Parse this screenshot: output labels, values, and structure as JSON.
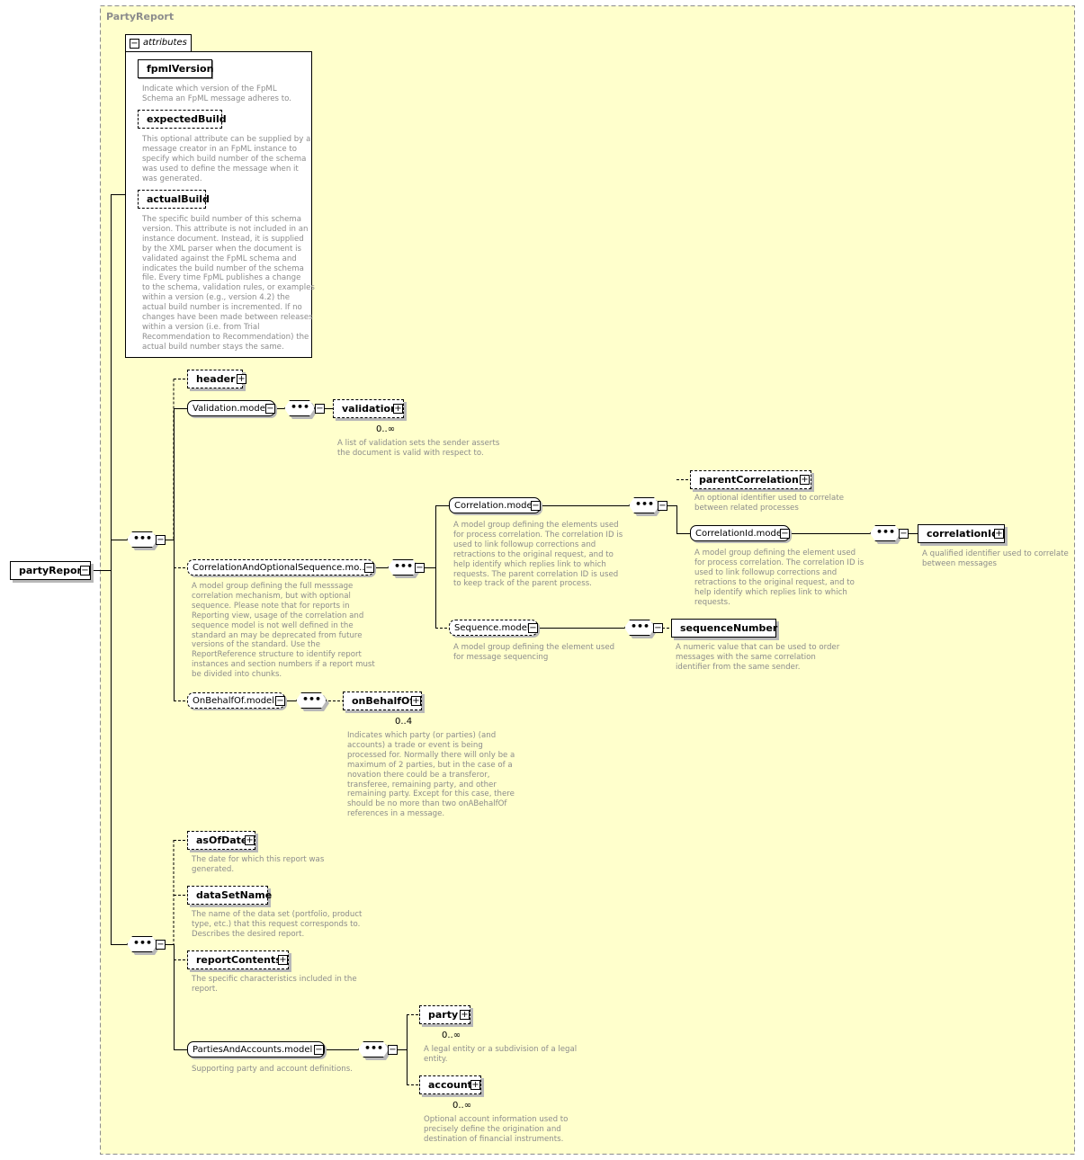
{
  "container": {
    "title": "PartyReport"
  },
  "root": {
    "label": "partyReport"
  },
  "attributes": {
    "title": "attributes",
    "items": [
      {
        "name": "fpmlVersion",
        "desc": [
          "Indicate which version of the FpML",
          "Schema an FpML message adheres to."
        ]
      },
      {
        "name": "expectedBuild",
        "desc": [
          "This optional attribute can be supplied by a",
          "message creator in an FpML instance to",
          "specify which build number of the schema",
          "was used to define the message when it",
          "was generated."
        ]
      },
      {
        "name": "actualBuild",
        "desc": [
          "The specific build number of this schema",
          "version. This attribute is not included in an",
          "instance document. Instead, it is supplied",
          "by the XML parser when the document is",
          "validated against the FpML schema and",
          "indicates the build number of the schema",
          "file. Every time FpML publishes a change",
          "to the schema, validation rules, or examples",
          "within a version (e.g., version 4.2) the",
          "actual build number is incremented. If no",
          "changes have been made between releases",
          "within a version (i.e. from Trial",
          "Recommendation to Recommendation) the",
          "actual build number stays the same."
        ]
      }
    ]
  },
  "nodes": {
    "header": {
      "label": "header"
    },
    "validation_model": {
      "label": "Validation.model"
    },
    "validation": {
      "label": "validation",
      "card": "0..∞",
      "desc": [
        "A list of validation sets the sender asserts",
        "the document is valid with respect to."
      ]
    },
    "corr_opt_seq": {
      "label": "CorrelationAndOptionalSequence.mo...",
      "desc": [
        "A model group defining the full messsage",
        "correlation mechanism, but with optional",
        "sequence. Please note that for reports in",
        "Reporting view, usage of the correlation and",
        "sequence model is not well defined in the",
        "standard an may be deprecated from future",
        "versions of the standard. Use the",
        "ReportReference structure to identify report",
        "instances and section numbers if a report must",
        "be divided into chunks."
      ]
    },
    "correlation_model": {
      "label": "Correlation.model",
      "desc": [
        "A model group defining the elements used",
        "for process correlation. The correlation ID is",
        "used to link followup corrections and",
        "retractions to the original request, and to",
        "help identify which replies link to which",
        "requests. The parent correlation ID is used",
        "to keep track of the parent process."
      ]
    },
    "parent_corr_id": {
      "label": "parentCorrelationId",
      "desc": [
        "An optional identifier used to correlate",
        "between related processes"
      ]
    },
    "corr_id_model": {
      "label": "CorrelationId.model",
      "desc": [
        "A model group defining the element used",
        "for process correlation. The correlation ID is",
        "used to link followup corrections and",
        "retractions to the original request, and to",
        "help identify which replies link to which",
        "requests."
      ]
    },
    "correlation_id": {
      "label": "correlationId",
      "desc": [
        "A qualified identifier used to correlate",
        "between messages"
      ]
    },
    "sequence_model": {
      "label": "Sequence.model",
      "desc": [
        "A model group defining the element used",
        "for message sequencing"
      ]
    },
    "sequence_number": {
      "label": "sequenceNumber",
      "desc": [
        "A numeric value that can be used to order",
        "messages with the same correlation",
        "identifier from the same sender."
      ]
    },
    "on_behalf_model": {
      "label": "OnBehalfOf.model"
    },
    "on_behalf_of": {
      "label": "onBehalfOf",
      "card": "0..4",
      "desc": [
        "Indicates which party (or parties) (and",
        "accounts) a trade or event is being",
        "processed for. Normally there will only be a",
        "maximum of 2 parties, but in the case of a",
        "novation there could be a transferor,",
        "transferee, remaining party, and other",
        "remaining party. Except for this case, there",
        "should be no more than two onABehalfOf",
        "references in a message."
      ]
    },
    "as_of_date": {
      "label": "asOfDate",
      "desc": [
        "The date for which this report was",
        "generated."
      ]
    },
    "data_set_name": {
      "label": "dataSetName",
      "desc": [
        "The name of the data set (portfolio, product",
        "type, etc.) that this request corresponds to.",
        "Describes the desired report."
      ]
    },
    "report_contents": {
      "label": "reportContents",
      "desc": [
        "The specific characteristics included in the",
        "report."
      ]
    },
    "parties_accounts_model": {
      "label": "PartiesAndAccounts.model",
      "desc": [
        "Supporting party and account definitions."
      ]
    },
    "party": {
      "label": "party",
      "card": "0..∞",
      "desc": [
        "A legal entity or a subdivision of a legal",
        "entity."
      ]
    },
    "account": {
      "label": "account",
      "card": "0..∞",
      "desc": [
        "Optional account information used to",
        "precisely define the origination and",
        "destination of financial instruments."
      ]
    }
  },
  "colors": {
    "container_bg": "#ffffcc",
    "container_border": "#8c8c8c",
    "description": "#8c8c8c",
    "shadow": "#b8b8b8"
  }
}
